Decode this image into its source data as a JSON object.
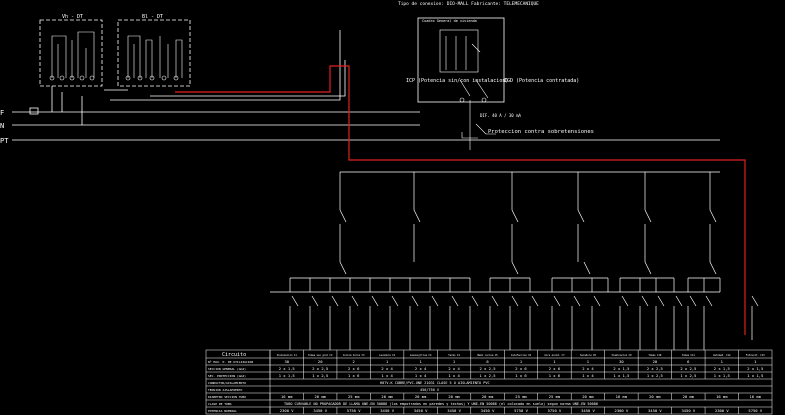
{
  "title": "Tipo de conexion: DIO-MALL Fabricante: TELEMECANIQUE",
  "meter_labels": [
    "Vh - DT",
    "Bl - DT"
  ],
  "line_labels": [
    "F",
    "N",
    "PT"
  ],
  "panel_label": "Cuadro General de vivienda",
  "icp_note": "ICP (Potencia sin/con instalacion)",
  "igd_note": "IGD (Potencia contratada)",
  "dif_label": "DIF. 40 A / 30 mA",
  "protection_label": "Proteccion contra sobretensiones",
  "table": {
    "title": "Circuito",
    "row_labels": [
      "Nº MAX. P. DE UTILIZACION",
      "SECCION GENERAL (mm2)",
      "SEC. PROTECCION (mm2)",
      "CONDUCTOR/AISLAMIENTO",
      "TENSION AISLAMIENTO",
      "DIAMETRO SECCION TUBO",
      "CLASE DE TUBO",
      "POTENCIA NOMINAL"
    ],
    "col_headers": [
      "Iluminacion C1",
      "Tomas uso gral C2",
      "Cocina horno C3",
      "Lavadora C4",
      "Lavavajillas C4",
      "Termo C4",
      "Baño cocina C5",
      "Calefaccion C6",
      "Aire acond. C7",
      "Secadora C8",
      "Iluminacion C9",
      "Tomas C10",
      "Tomas C11",
      "Automat. C12",
      "Fotovolt. C13"
    ],
    "n_max": [
      "30",
      "20",
      "2",
      "1",
      "1",
      "1",
      "6",
      "1",
      "1",
      "1",
      "30",
      "20",
      "6",
      "1",
      "1"
    ],
    "seccion": [
      "2 x 1,5",
      "2 x 2,5",
      "2 x 6",
      "2 x 4",
      "2 x 4",
      "2 x 4",
      "2 x 2,5",
      "2 x 6",
      "2 x 6",
      "2 x 4",
      "2 x 1,5",
      "2 x 2,5",
      "2 x 2,5",
      "2 x 1,5",
      "2 x 1,5"
    ],
    "proteccion": [
      "1 x 1,5",
      "1 x 2,5",
      "1 x 6",
      "1 x 4",
      "1 x 4",
      "1 x 4",
      "1 x 2,5",
      "1 x 6",
      "1 x 6",
      "1 x 4",
      "1 x 1,5",
      "1 x 2,5",
      "1 x 2,5",
      "1 x 1,5",
      "1 x 1,5"
    ],
    "conductor": "H07V-K COBRE/PVC-UNE 21031 CLASE 5 O AISLAMIENTO PVC",
    "tension": "450/750 V",
    "diametro": [
      "16 mm",
      "20 mm",
      "25 mm",
      "20 mm",
      "20 mm",
      "20 mm",
      "20 mm",
      "25 mm",
      "25 mm",
      "20 mm",
      "16 mm",
      "20 mm",
      "20 mm",
      "16 mm",
      "16 mm"
    ],
    "clase": "TUBO CURVABLE NO PROPAGADOR DE LLAMA UNE-EN 50086 (los empotrados en paredes y techos) Y UNE-EN 50086 (el colocado en suelo) segun norma UNE-EN 50086",
    "potencia": [
      "2300 V",
      "3450 V",
      "5750 V",
      "3450 V",
      "3450 V",
      "3450 V",
      "3450 V",
      "5750 V",
      "5750 V",
      "3450 V",
      "2300 V",
      "3450 V",
      "3450 V",
      "2300 V",
      "5750 V"
    ]
  }
}
